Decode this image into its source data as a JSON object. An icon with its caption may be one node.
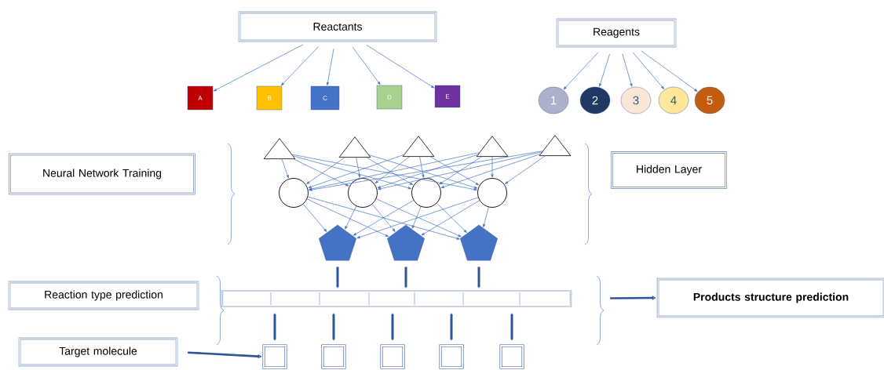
{
  "diagram": {
    "nodes": [
      {
        "text": [
          "Reactants"
        ]
      },
      {
        "text": [
          "Reagents"
        ]
      },
      {
        "text": [
          "A"
        ]
      },
      {
        "text": [
          "B"
        ]
      },
      {
        "text": [
          "C"
        ]
      },
      {
        "text": [
          "D"
        ]
      },
      {
        "text": [
          "E"
        ]
      },
      {
        "text": [
          "1"
        ]
      },
      {
        "text": [
          "2"
        ]
      },
      {
        "text": [
          "3"
        ]
      },
      {
        "text": [
          "4"
        ]
      },
      {
        "text": [
          "5"
        ]
      },
      {
        "text": [
          "Neural Network Training"
        ]
      },
      {
        "text": [
          "Hidden Layer"
        ]
      },
      {
        "text": [],
        "shape": "triangle"
      },
      {
        "text": [],
        "shape": "triangle"
      },
      {
        "text": [],
        "shape": "triangle"
      },
      {
        "text": [],
        "shape": "triangle"
      },
      {
        "text": [],
        "shape": "triangle"
      },
      {
        "text": [],
        "shape": "circle"
      },
      {
        "text": [],
        "shape": "circle"
      },
      {
        "text": [],
        "shape": "circle"
      },
      {
        "text": [],
        "shape": "circle"
      },
      {
        "text": [],
        "shape": "pentagon"
      },
      {
        "text": [],
        "shape": "pentagon"
      },
      {
        "text": [],
        "shape": "pentagon"
      },
      {
        "text": [],
        "shape": "bar"
      },
      {
        "text": [
          "Reaction type prediction"
        ]
      },
      {
        "text": [
          "Products structure prediction"
        ]
      },
      {
        "text": [
          "Target molecule"
        ]
      },
      {
        "text": [],
        "shape": "box"
      },
      {
        "text": [],
        "shape": "box"
      },
      {
        "text": [],
        "shape": "box"
      },
      {
        "text": [],
        "shape": "box"
      },
      {
        "text": [],
        "shape": "box"
      }
    ],
    "edges": [
      {
        "from": 0,
        "to": 2,
        "arrow": "to"
      },
      {
        "from": 0,
        "to": 3,
        "arrow": "to"
      },
      {
        "from": 0,
        "to": 4,
        "arrow": "to"
      },
      {
        "from": 0,
        "to": 5,
        "arrow": "to"
      },
      {
        "from": 0,
        "to": 6,
        "arrow": "to"
      },
      {
        "from": 1,
        "to": 7,
        "arrow": "to"
      },
      {
        "from": 1,
        "to": 8,
        "arrow": "to"
      },
      {
        "from": 1,
        "to": 9,
        "arrow": "to"
      },
      {
        "from": 1,
        "to": 10,
        "arrow": "to"
      },
      {
        "from": 1,
        "to": 11,
        "arrow": "to"
      },
      {
        "from": 14,
        "to": 19,
        "arrow": "to"
      },
      {
        "from": 14,
        "to": 20,
        "arrow": "to"
      },
      {
        "from": 14,
        "to": 21,
        "arrow": "to"
      },
      {
        "from": 14,
        "to": 22,
        "arrow": "to"
      },
      {
        "from": 15,
        "to": 19,
        "arrow": "to"
      },
      {
        "from": 15,
        "to": 20,
        "arrow": "to"
      },
      {
        "from": 15,
        "to": 21,
        "arrow": "to"
      },
      {
        "from": 15,
        "to": 22,
        "arrow": "to"
      },
      {
        "from": 16,
        "to": 19,
        "arrow": "to"
      },
      {
        "from": 16,
        "to": 20,
        "arrow": "to"
      },
      {
        "from": 16,
        "to": 21,
        "arrow": "to"
      },
      {
        "from": 16,
        "to": 22,
        "arrow": "to"
      },
      {
        "from": 17,
        "to": 19,
        "arrow": "to"
      },
      {
        "from": 17,
        "to": 20,
        "arrow": "to"
      },
      {
        "from": 17,
        "to": 21,
        "arrow": "to"
      },
      {
        "from": 17,
        "to": 22,
        "arrow": "to"
      },
      {
        "from": 18,
        "to": 19,
        "arrow": "to"
      },
      {
        "from": 18,
        "to": 20,
        "arrow": "to"
      },
      {
        "from": 18,
        "to": 21,
        "arrow": "to"
      },
      {
        "from": 18,
        "to": 22,
        "arrow": "to"
      },
      {
        "from": 19,
        "to": 23,
        "arrow": "to"
      },
      {
        "from": 19,
        "to": 24,
        "arrow": "to"
      },
      {
        "from": 19,
        "to": 25,
        "arrow": "to"
      },
      {
        "from": 20,
        "to": 23,
        "arrow": "to"
      },
      {
        "from": 20,
        "to": 24,
        "arrow": "to"
      },
      {
        "from": 20,
        "to": 25,
        "arrow": "to"
      },
      {
        "from": 21,
        "to": 23,
        "arrow": "to"
      },
      {
        "from": 21,
        "to": 24,
        "arrow": "to"
      },
      {
        "from": 21,
        "to": 25,
        "arrow": "to"
      },
      {
        "from": 22,
        "to": 23,
        "arrow": "to"
      },
      {
        "from": 22,
        "to": 24,
        "arrow": "to"
      },
      {
        "from": 22,
        "to": 25,
        "arrow": "to"
      },
      {
        "from": 23,
        "to": 26,
        "arrow": "to",
        "style": "thick"
      },
      {
        "from": 24,
        "to": 26,
        "arrow": "to",
        "style": "thick"
      },
      {
        "from": 25,
        "to": 26,
        "arrow": "to",
        "style": "thick"
      },
      {
        "from": 26,
        "to": 30,
        "arrow": "both",
        "style": "thick"
      },
      {
        "from": 26,
        "to": 31,
        "arrow": "both",
        "style": "thick"
      },
      {
        "from": 26,
        "to": 32,
        "arrow": "both",
        "style": "thick"
      },
      {
        "from": 26,
        "to": 33,
        "arrow": "both",
        "style": "thick"
      },
      {
        "from": 26,
        "to": 34,
        "arrow": "both",
        "style": "thick"
      },
      {
        "from": 26,
        "to": 28,
        "arrow": "to",
        "style": "thick"
      },
      {
        "from": 29,
        "to": 30,
        "arrow": "to",
        "style": "thick"
      }
    ]
  }
}
